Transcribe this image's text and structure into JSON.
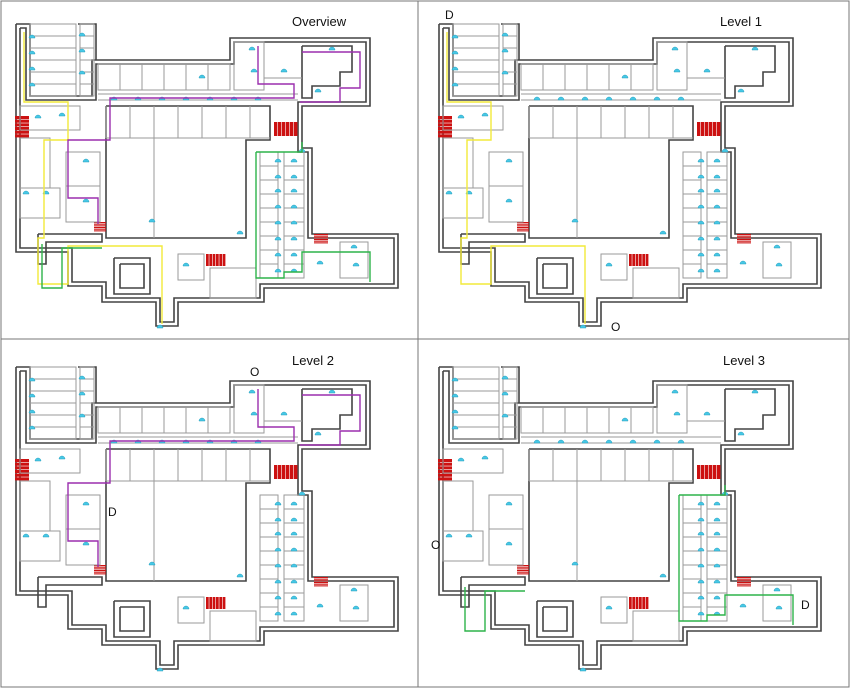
{
  "colors": {
    "wall": "#444444",
    "inner_wall": "#9a9a9a",
    "stair": "#cc1111",
    "sensor": "#46c8e6",
    "route_yellow": "#f2ea3a",
    "route_purple": "#9b2fae",
    "route_green": "#2db34a",
    "background": "#ffffff"
  },
  "panels": [
    {
      "title": "Overview",
      "markers": [],
      "routes": [
        "yellow",
        "purple",
        "green"
      ]
    },
    {
      "title": "Level 1",
      "markers": [
        "D",
        "O"
      ],
      "routes": [
        "yellow"
      ]
    },
    {
      "title": "Level 2",
      "markers": [
        "O",
        "D"
      ],
      "routes": [
        "purple"
      ]
    },
    {
      "title": "Level 3",
      "markers": [
        "O",
        "D"
      ],
      "routes": [
        "green"
      ]
    }
  ]
}
